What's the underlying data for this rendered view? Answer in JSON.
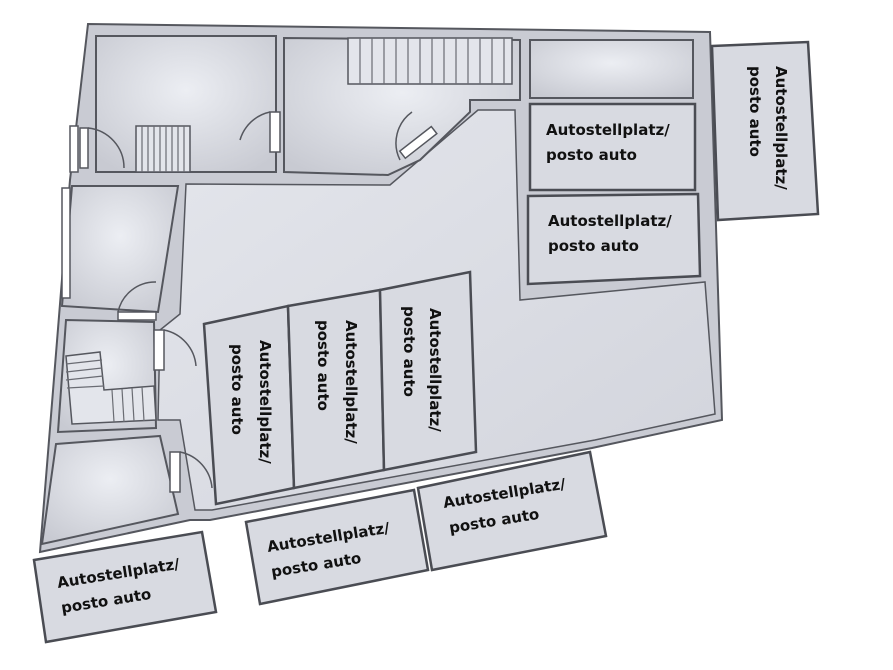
{
  "spots": [
    {
      "line1": "Autostellplatz/",
      "line2": "posto auto"
    },
    {
      "line1": "Autostellplatz/",
      "line2": "posto auto"
    },
    {
      "line1": "Autostellplatz/",
      "line2": "posto auto"
    },
    {
      "line1": "Autostellplatz/",
      "line2": "posto auto"
    },
    {
      "line1": "Autostellplatz/",
      "line2": "posto auto"
    },
    {
      "line1": "Autostellplatz/",
      "line2": "posto auto"
    },
    {
      "line1": "Autostellplatz/",
      "line2": "posto auto"
    },
    {
      "line1": "Autostellplatz/",
      "line2": "posto auto"
    },
    {
      "line1": "Autostellplatz/",
      "line2": "posto auto"
    }
  ]
}
